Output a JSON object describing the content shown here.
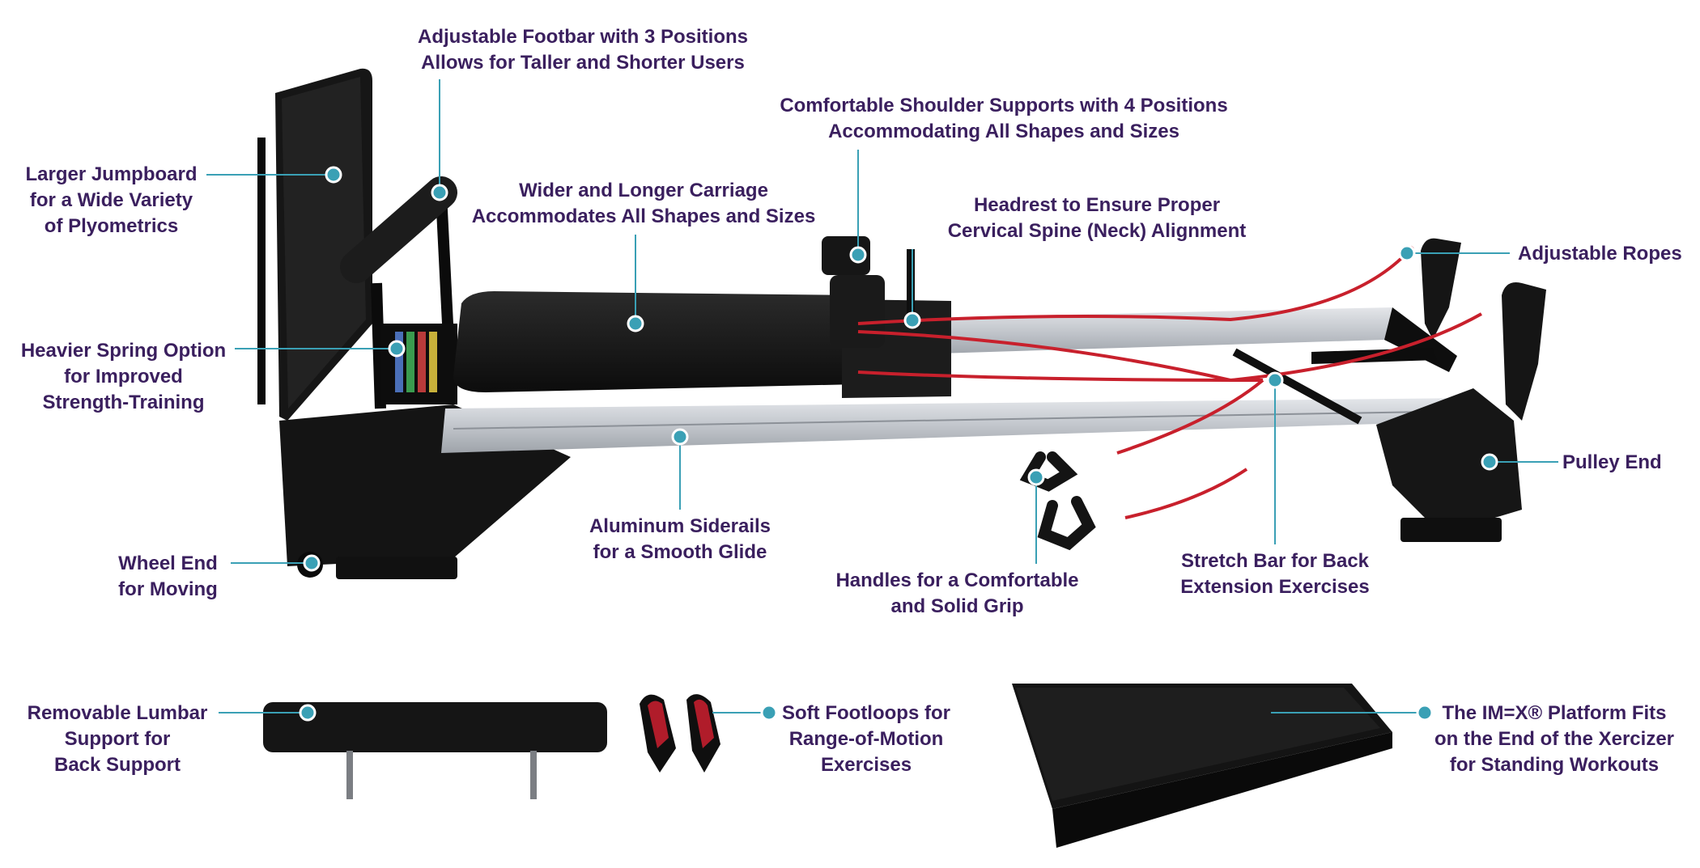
{
  "colors": {
    "label_text": "#3a1f5e",
    "leader_line": "#3aa0b5",
    "dot_fill": "#3aa0b5",
    "dot_stroke": "#ffffff",
    "frame_black": "#111111",
    "rail_silver": "#c9ccd1",
    "rope_red": "#c8202c"
  },
  "labels": {
    "jumpboard": [
      "Larger Jumpboard",
      "for a Wide Variety",
      "of Plyometrics"
    ],
    "footbar": [
      "Adjustable Footbar with 3 Positions",
      "Allows for Taller and Shorter Users"
    ],
    "carriage": [
      "Wider and Longer Carriage",
      "Accommodates All Shapes and Sizes"
    ],
    "shoulder": [
      "Comfortable Shoulder Supports with 4 Positions",
      "Accommodating All Shapes and Sizes"
    ],
    "headrest": [
      "Headrest to Ensure Proper",
      "Cervical Spine (Neck) Alignment"
    ],
    "ropes": [
      "Adjustable Ropes"
    ],
    "spring": [
      "Heavier Spring Option",
      "for Improved",
      "Strength-Training"
    ],
    "pulley": [
      "Pulley End"
    ],
    "siderails": [
      "Aluminum Siderails",
      "for a Smooth Glide"
    ],
    "wheel": [
      "Wheel End",
      "for Moving"
    ],
    "handles": [
      "Handles for a Comfortable",
      "and Solid Grip"
    ],
    "stretchbar": [
      "Stretch Bar for Back",
      "Extension Exercises"
    ],
    "lumbar": [
      "Removable Lumbar",
      "Support for",
      "Back Support"
    ],
    "footloops": [
      "Soft Footloops for",
      "Range-of-Motion",
      "Exercises"
    ],
    "platform": [
      "The IM=X® Platform Fits",
      "on the End of the Xercizer",
      "for Standing Workouts"
    ]
  }
}
